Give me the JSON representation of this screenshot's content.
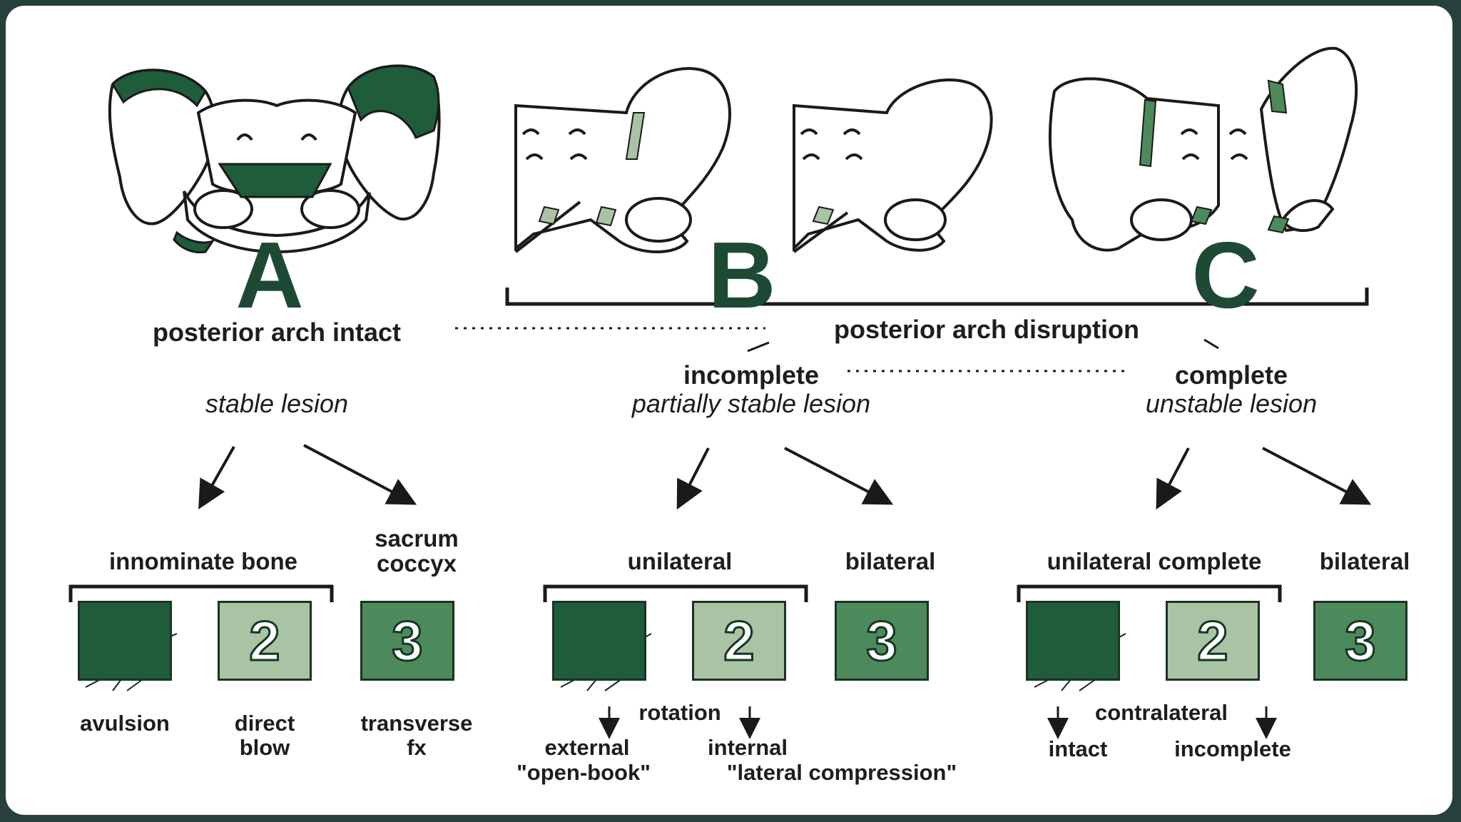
{
  "diagram": {
    "letters": {
      "a": "A",
      "b": "B",
      "c": "C"
    },
    "headings": {
      "posterior_intact": "posterior arch intact",
      "posterior_disruption": "posterior arch disruption"
    },
    "stability": {
      "stable": "stable lesion",
      "incomplete": "incomplete",
      "partially_stable": "partially stable lesion",
      "complete": "complete",
      "unstable": "unstable lesion"
    },
    "groups": {
      "innominate_bone": "innominate bone",
      "sacrum": "sacrum",
      "coccyx": "coccyx",
      "unilateral": "unilateral",
      "bilateral_b": "bilateral",
      "unilateral_complete": "unilateral complete",
      "bilateral_c": "bilateral"
    },
    "box_numbers": {
      "a2": "2",
      "a3": "3",
      "b2": "2",
      "b3": "3",
      "c2": "2",
      "c3": "3"
    },
    "labels": {
      "avulsion": "avulsion",
      "direct": "direct",
      "blow": "blow",
      "transverse": "transverse",
      "fx": "fx",
      "rotation": "rotation",
      "external": "external",
      "open_book": "\"open-book\"",
      "internal": "internal",
      "lateral_compression": "\"lateral compression\"",
      "contralateral": "contralateral",
      "intact": "intact",
      "incomplete_c": "incomplete"
    },
    "colors": {
      "bone_fill": "#ffffff",
      "bone_stroke": "#1a1a1a",
      "lesion_dark": "#1f5c3a",
      "lesion_light": "#a9c3a4",
      "lesion_mid": "#4d8a5b",
      "frame": "#26403d"
    }
  }
}
